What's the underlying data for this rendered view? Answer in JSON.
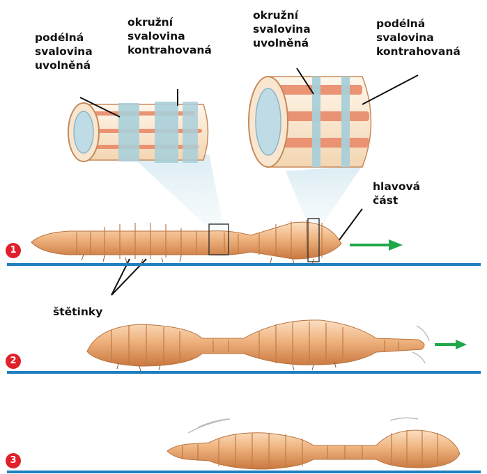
{
  "labels": {
    "longitudinal_relaxed": "podélná\nsvalovina\nuvolněná",
    "circular_contracted": "okružní\nsvalovina\nkontrahovaná",
    "circular_relaxed": "okružní\nsvalovina\nuvolněná",
    "longitudinal_contracted": "podélná\nsvalovina\nkontrahovaná",
    "head": "hlavová\nčást",
    "bristles": "štětinky"
  },
  "steps": [
    "1",
    "2",
    "3"
  ],
  "colors": {
    "ground": "#1f7fbf",
    "arrow": "#1fa84a",
    "badge": "#e0202a",
    "worm_light": "#f6c79c",
    "worm_dark": "#d98a4c",
    "muscle_band": "#9fc6d2"
  }
}
